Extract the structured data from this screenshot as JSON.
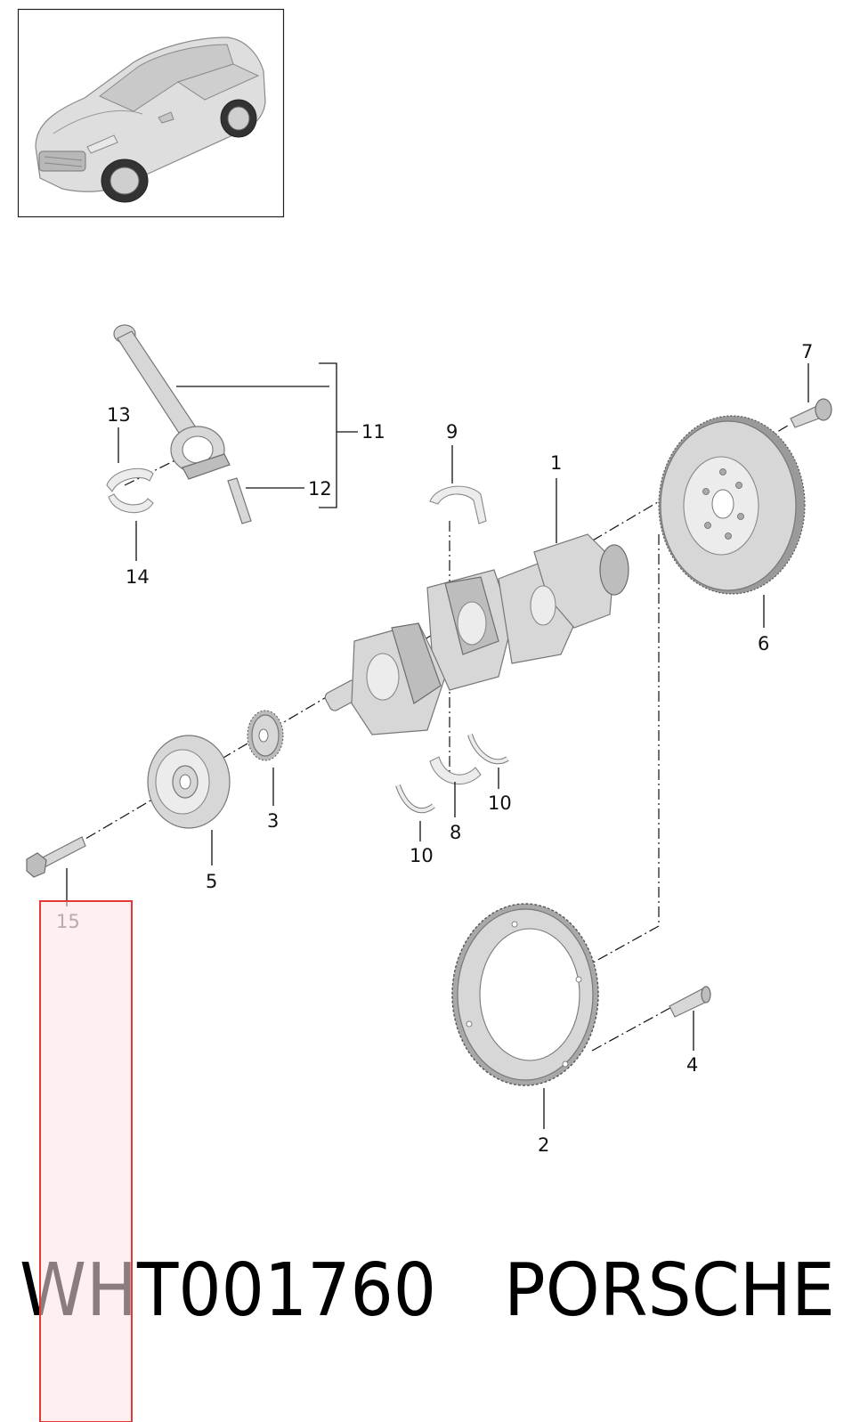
{
  "vehicle_thumbnail": {
    "icon": "car-suv-thumbnail-icon"
  },
  "callouts": [
    {
      "id": "1",
      "label": "1"
    },
    {
      "id": "2",
      "label": "2"
    },
    {
      "id": "3",
      "label": "3"
    },
    {
      "id": "4",
      "label": "4"
    },
    {
      "id": "5",
      "label": "5"
    },
    {
      "id": "6",
      "label": "6"
    },
    {
      "id": "7",
      "label": "7"
    },
    {
      "id": "8",
      "label": "8"
    },
    {
      "id": "9",
      "label": "9"
    },
    {
      "id": "10a",
      "label": "10"
    },
    {
      "id": "10b",
      "label": "10"
    },
    {
      "id": "11",
      "label": "11"
    },
    {
      "id": "12",
      "label": "12"
    },
    {
      "id": "13",
      "label": "13"
    },
    {
      "id": "14",
      "label": "14"
    },
    {
      "id": "15",
      "label": "15"
    }
  ],
  "footer": {
    "part_number": "WHT001760",
    "brand": "PORSCHE"
  },
  "highlight": {
    "color": "#e53935",
    "fill": "#fde1e6"
  }
}
